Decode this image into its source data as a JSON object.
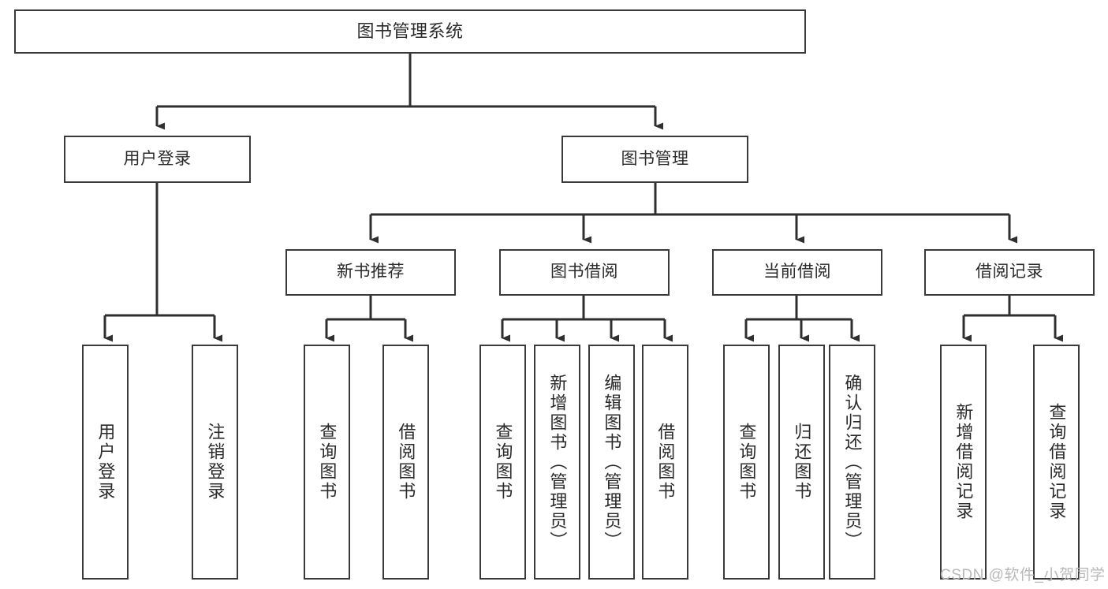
{
  "diagram": {
    "type": "tree-flowchart",
    "title": "图书管理系统",
    "watermark": "CSDN @软件_小贺同学",
    "colors": {
      "box_border": "#3a3a3a",
      "box_fill": "#ffffff",
      "connector": "#2f2f2f",
      "text": "#2b2b2b",
      "watermark": "#b9b9b9"
    },
    "nodes": {
      "root": {
        "label": "图书管理系统"
      },
      "level1": [
        {
          "id": "user-login",
          "label": "用户登录"
        },
        {
          "id": "book-manage",
          "label": "图书管理"
        }
      ],
      "level2": [
        {
          "id": "new-book-recommend",
          "label": "新书推荐"
        },
        {
          "id": "book-borrow",
          "label": "图书借阅"
        },
        {
          "id": "current-borrow",
          "label": "当前借阅"
        },
        {
          "id": "borrow-record",
          "label": "借阅记录"
        }
      ],
      "leaves": {
        "user-login": [
          {
            "id": "leaf-user-login",
            "label": "用户登录"
          },
          {
            "id": "leaf-logout-login",
            "label": "注销登录"
          }
        ],
        "new-book-recommend": [
          {
            "id": "leaf-query-book-1",
            "label": "查询图书"
          },
          {
            "id": "leaf-borrow-book-1",
            "label": "借阅图书"
          }
        ],
        "book-borrow": [
          {
            "id": "leaf-query-book-2",
            "label": "查询图书"
          },
          {
            "id": "leaf-add-book",
            "label": "新增图书（管理员）"
          },
          {
            "id": "leaf-edit-book",
            "label": "编辑图书（管理员）"
          },
          {
            "id": "leaf-borrow-book-2",
            "label": "借阅图书"
          }
        ],
        "current-borrow": [
          {
            "id": "leaf-query-book-3",
            "label": "查询图书"
          },
          {
            "id": "leaf-return-book",
            "label": "归还图书"
          },
          {
            "id": "leaf-confirm-return",
            "label": "确认归还（管理员）"
          }
        ],
        "borrow-record": [
          {
            "id": "leaf-add-record",
            "label": "新增借阅记录"
          },
          {
            "id": "leaf-query-record",
            "label": "查询借阅记录"
          }
        ]
      }
    }
  }
}
